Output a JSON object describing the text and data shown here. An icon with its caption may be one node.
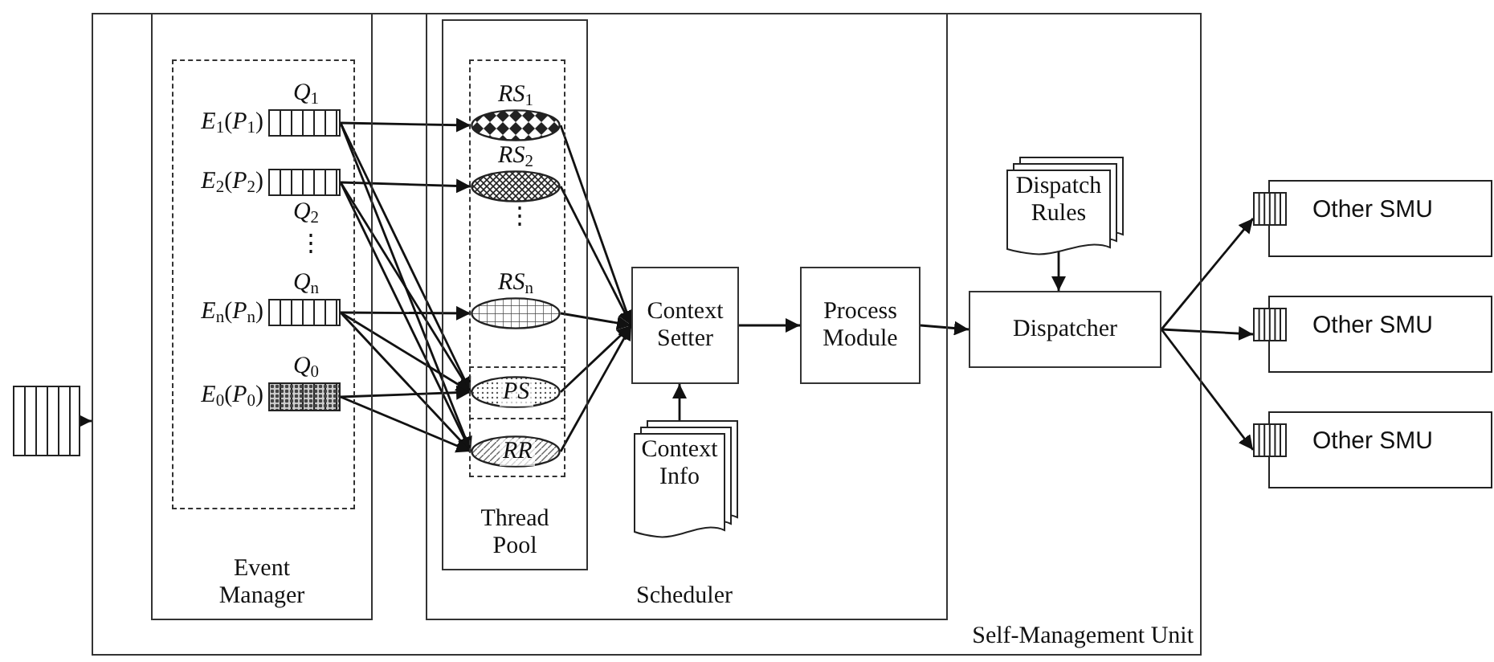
{
  "diagram": {
    "nodes": [
      {
        "text": [],
        "shape": "box"
      },
      {
        "text": [
          "Self-Management Unit"
        ]
      },
      {
        "text": [
          "Event Manager"
        ],
        "in": 1
      },
      {
        "text": [
          "*Q*$_{1}$"
        ],
        "beside": [
          "*E*$_{1}$(*P*$_{1}$)"
        ],
        "in": 2
      },
      {
        "text": [
          "*Q*$_{2}$"
        ],
        "beside": [
          "*E*$_{2}$(*P*$_{2}$)"
        ],
        "in": 2
      },
      {
        "text": [
          "*Q*$_{n}$"
        ],
        "beside": [
          "*E*$_{n}$(*P*$_{n}$)"
        ],
        "in": 2
      },
      {
        "text": [
          "*Q*$_{0}$"
        ],
        "beside": [
          "*E*$_{0}$(*P*$_{0}$)"
        ],
        "in": 2
      },
      {
        "text": [
          "Scheduler"
        ],
        "in": 1
      },
      {
        "text": [
          "Thread Pool"
        ],
        "in": 7
      },
      {
        "text": [
          "*RS*$_{1}$"
        ],
        "in": 8
      },
      {
        "text": [
          "*RS*$_{2}$"
        ],
        "in": 8
      },
      {
        "text": [
          "*RS*$_{n}$"
        ],
        "in": 8
      },
      {
        "text": [
          "PS"
        ],
        "in": 8
      },
      {
        "text": [
          "RR"
        ],
        "in": 8
      },
      {
        "text": [
          "Context Setter"
        ],
        "in": 7
      },
      {
        "text": [
          "Context Info"
        ],
        "in": 7
      },
      {
        "text": [
          "Process Module"
        ],
        "in": 7
      },
      {
        "text": [
          "Dispatch Rules"
        ],
        "in": 1
      },
      {
        "text": [
          "Dispatcher"
        ],
        "in": 1
      },
      {
        "text": [
          "Other SMU"
        ]
      },
      {
        "text": [
          "Other SMU"
        ]
      },
      {
        "text": [
          "Other SMU"
        ]
      }
    ],
    "edges": [
      {
        "from": 0,
        "to": 1,
        "arrow": "to"
      },
      {
        "from": 3,
        "to": 9,
        "arrow": "to"
      },
      {
        "from": 3,
        "to": 12,
        "arrow": "to"
      },
      {
        "from": 3,
        "to": 13,
        "arrow": "to"
      },
      {
        "from": 4,
        "to": 10,
        "arrow": "to"
      },
      {
        "from": 4,
        "to": 12,
        "arrow": "to"
      },
      {
        "from": 4,
        "to": 13,
        "arrow": "to"
      },
      {
        "from": 5,
        "to": 11,
        "arrow": "to"
      },
      {
        "from": 5,
        "to": 12,
        "arrow": "to"
      },
      {
        "from": 5,
        "to": 13,
        "arrow": "to"
      },
      {
        "from": 6,
        "to": 12,
        "arrow": "to"
      },
      {
        "from": 6,
        "to": 13,
        "arrow": "to"
      },
      {
        "from": 9,
        "to": 14,
        "arrow": "to"
      },
      {
        "from": 10,
        "to": 14,
        "arrow": "to"
      },
      {
        "from": 11,
        "to": 14,
        "arrow": "to"
      },
      {
        "from": 12,
        "to": 14,
        "arrow": "to"
      },
      {
        "from": 13,
        "to": 14,
        "arrow": "to"
      },
      {
        "from": 15,
        "to": 14,
        "arrow": "to"
      },
      {
        "from": 14,
        "to": 16,
        "arrow": "to"
      },
      {
        "from": 16,
        "to": 18,
        "arrow": "to"
      },
      {
        "from": 17,
        "to": 18,
        "arrow": "to"
      },
      {
        "from": 18,
        "to": 19,
        "arrow": "to"
      },
      {
        "from": 18,
        "to": 20,
        "arrow": "to"
      },
      {
        "from": 18,
        "to": 21,
        "arrow": "to"
      }
    ],
    "labels": [
      "⋮",
      "⋮"
    ]
  }
}
